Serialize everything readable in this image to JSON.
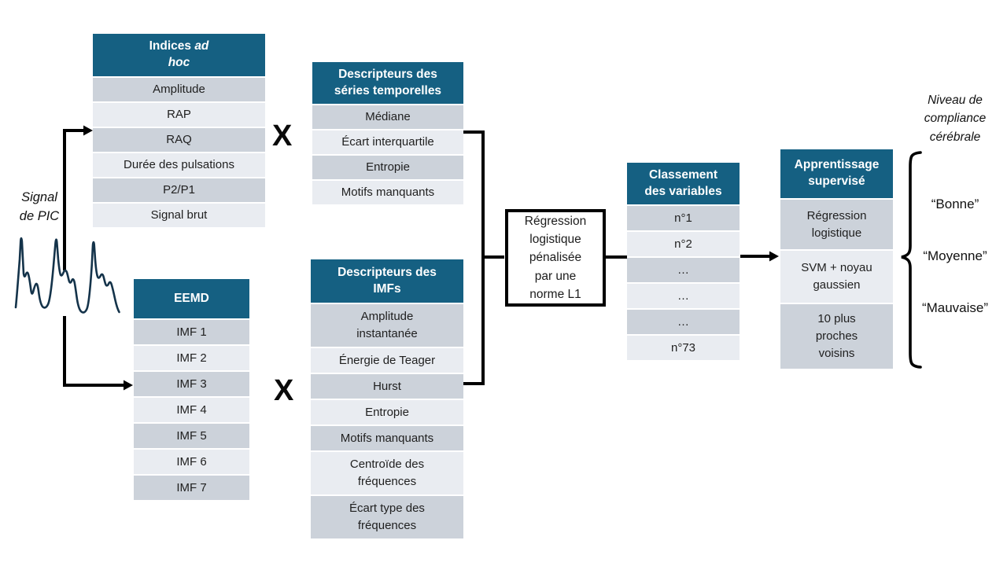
{
  "diagram": {
    "signal_label": "Signal\nde PIC",
    "multiply_operator": "X",
    "tables": {
      "indices_ad_hoc": {
        "header_prefix": "Indices ",
        "header_italic": "ad\nhoc",
        "rows": [
          "Amplitude",
          "RAP",
          "RAQ",
          "Durée des pulsations",
          "P2/P1",
          "Signal brut"
        ]
      },
      "descripteurs_series": {
        "header": "Descripteurs des\nséries temporelles",
        "rows": [
          "Médiane",
          "Écart interquartile",
          "Entropie",
          "Motifs manquants"
        ]
      },
      "eemd": {
        "header": "EEMD",
        "rows": [
          "IMF 1",
          "IMF 2",
          "IMF 3",
          "IMF 4",
          "IMF 5",
          "IMF 6",
          "IMF 7"
        ]
      },
      "descripteurs_imfs": {
        "header": "Descripteurs des\nIMFs",
        "rows": [
          "Amplitude\ninstantanée",
          "Énergie de Teager",
          "Hurst",
          "Entropie",
          "Motifs manquants",
          "Centroïde des\nfréquences",
          "Écart type des\nfréquences"
        ]
      },
      "classement": {
        "header": "Classement\ndes variables",
        "rows": [
          "n°1",
          "n°2",
          "…",
          "…",
          "…",
          "n°73"
        ]
      },
      "apprentissage": {
        "header": "Apprentissage\nsupervisé",
        "rows": [
          "Régression\nlogistique",
          "SVM + noyau\ngaussien",
          "10 plus\nproches\nvoisins"
        ]
      }
    },
    "selection_box": "Régression\nlogistique\npénalisée\npar une\nnorme L1",
    "output": {
      "title": "Niveau de\ncompliance\ncérébrale",
      "classes": [
        "“Bonne”",
        "“Moyenne”",
        "“Mauvaise”"
      ]
    },
    "colors": {
      "header_bg": "#156082",
      "header_text": "#ffffff",
      "row_dark": "#ccd2da",
      "row_light": "#e9ecf1",
      "connector": "#000000",
      "signal": "#14334a"
    }
  }
}
